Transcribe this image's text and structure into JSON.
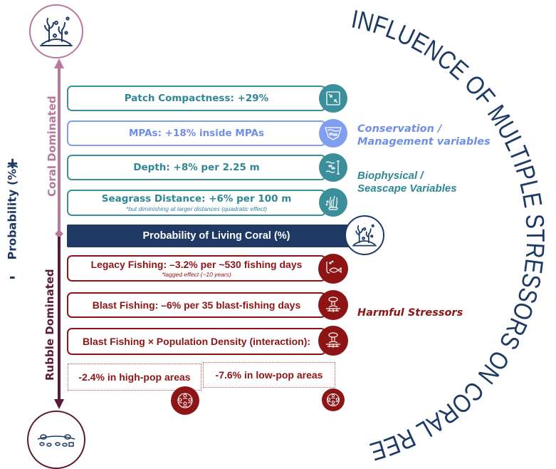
{
  "title": "INFLUENCE OF MULTIPLE STRESSORS ON CORAL REEFS",
  "axis": {
    "label": "Probability (%)",
    "plus": "+",
    "minus": "-",
    "top_state": "Coral Dominated",
    "bottom_state": "Rubble Dominated"
  },
  "positive_factors": [
    {
      "label": "Patch Compactness: +29%",
      "note": "",
      "icon": "patch-compactness-icon",
      "group": "biophysical"
    },
    {
      "label": "MPAs: +18% inside MPAs",
      "note": "",
      "icon": "mpa-icon",
      "group": "conservation"
    },
    {
      "label": "Depth: +8% per 2.25 m",
      "note": "",
      "icon": "depth-icon",
      "group": "biophysical"
    },
    {
      "label": "Seagrass Distance: +6% per 100 m",
      "note": "*but diminishing at larger distances (quadratic effect)",
      "icon": "seagrass-icon",
      "group": "biophysical"
    }
  ],
  "center": {
    "label": "Probability of Living Coral (%)"
  },
  "negative_factors": [
    {
      "label": "Legacy Fishing: –3.2% per ~530 fishing days",
      "note": "*lagged effect (~10 years)",
      "icon": "fishing-icon"
    },
    {
      "label": "Blast Fishing: –6% per 35 blast-fishing days",
      "note": "",
      "icon": "blast-fishing-icon"
    },
    {
      "label": "Blast Fishing × Population Density (interaction):",
      "note": "",
      "icon": "blast-fishing-icon"
    }
  ],
  "interaction": [
    {
      "label": "-2.4% in high-pop areas",
      "icon": "population-icon"
    },
    {
      "label": "-7.6% in low-pop areas",
      "icon": "population-icon"
    }
  ],
  "categories": {
    "conservation": "Conservation /\nManagement variables",
    "conservation_line1": "Conservation /",
    "conservation_line2": "Management variables",
    "biophysical_line1": "Biophysical /",
    "biophysical_line2": "Seascape Variables",
    "harmful": "Harmful Stressors"
  },
  "colors": {
    "teal": "#3a8f9b",
    "blue": "#7f9ef0",
    "red": "#8e1515",
    "navy": "#1e3a64",
    "pink": "#b8789e",
    "plum": "#5a1a3a"
  }
}
